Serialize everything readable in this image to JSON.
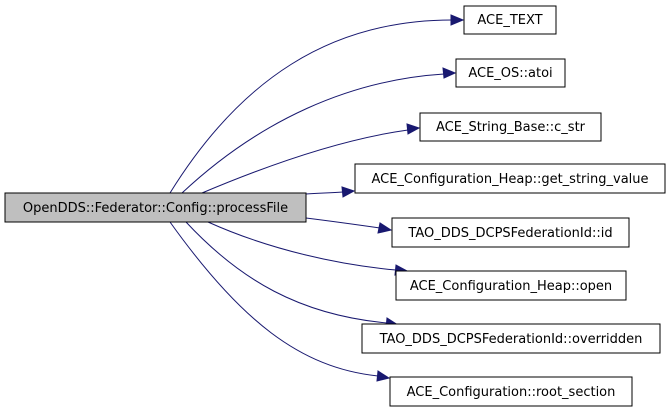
{
  "diagram": {
    "source": {
      "label": "OpenDDS::Federator::Config::processFile",
      "fill": "#bfbfbf"
    },
    "targets": [
      {
        "id": "ace-text",
        "label": "ACE_TEXT"
      },
      {
        "id": "ace-os-atoi",
        "label": "ACE_OS::atoi"
      },
      {
        "id": "ace-string-base-c-str",
        "label": "ACE_String_Base::c_str"
      },
      {
        "id": "ace-configuration-heap-get-string-value",
        "label": "ACE_Configuration_Heap::get_string_value"
      },
      {
        "id": "tao-dds-dcpsfederationid-id",
        "label": "TAO_DDS_DCPSFederationId::id"
      },
      {
        "id": "ace-configuration-heap-open",
        "label": "ACE_Configuration_Heap::open"
      },
      {
        "id": "tao-dds-dcpsfederationid-overridden",
        "label": "TAO_DDS_DCPSFederationId::overridden"
      },
      {
        "id": "ace-configuration-root-section",
        "label": "ACE_Configuration::root_section"
      }
    ],
    "node_fill": "#ffffff",
    "edge_color": "#191970"
  }
}
